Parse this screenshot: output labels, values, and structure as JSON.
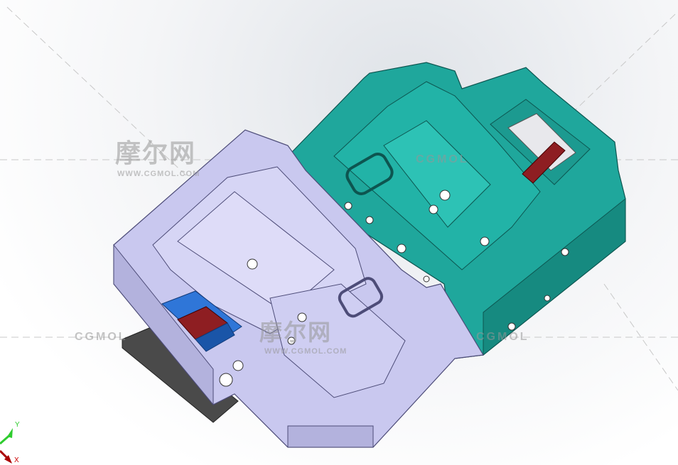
{
  "viewport": {
    "model": "mold-base-assembly"
  },
  "colors": {
    "teal": "#1fa79c",
    "lavender": "#c9c8ef",
    "insert_blue": "#2f76d8",
    "insert_red": "#8e1e22",
    "plate": "#4a4a4a"
  },
  "watermarks": {
    "logo_cn": "摩尔网",
    "logo_url": "WWW.CGMOL.COM",
    "side_left": "CGMOL",
    "side_right": "CGMOL"
  },
  "triad": {
    "y_label": "Y",
    "x_label": "X"
  }
}
